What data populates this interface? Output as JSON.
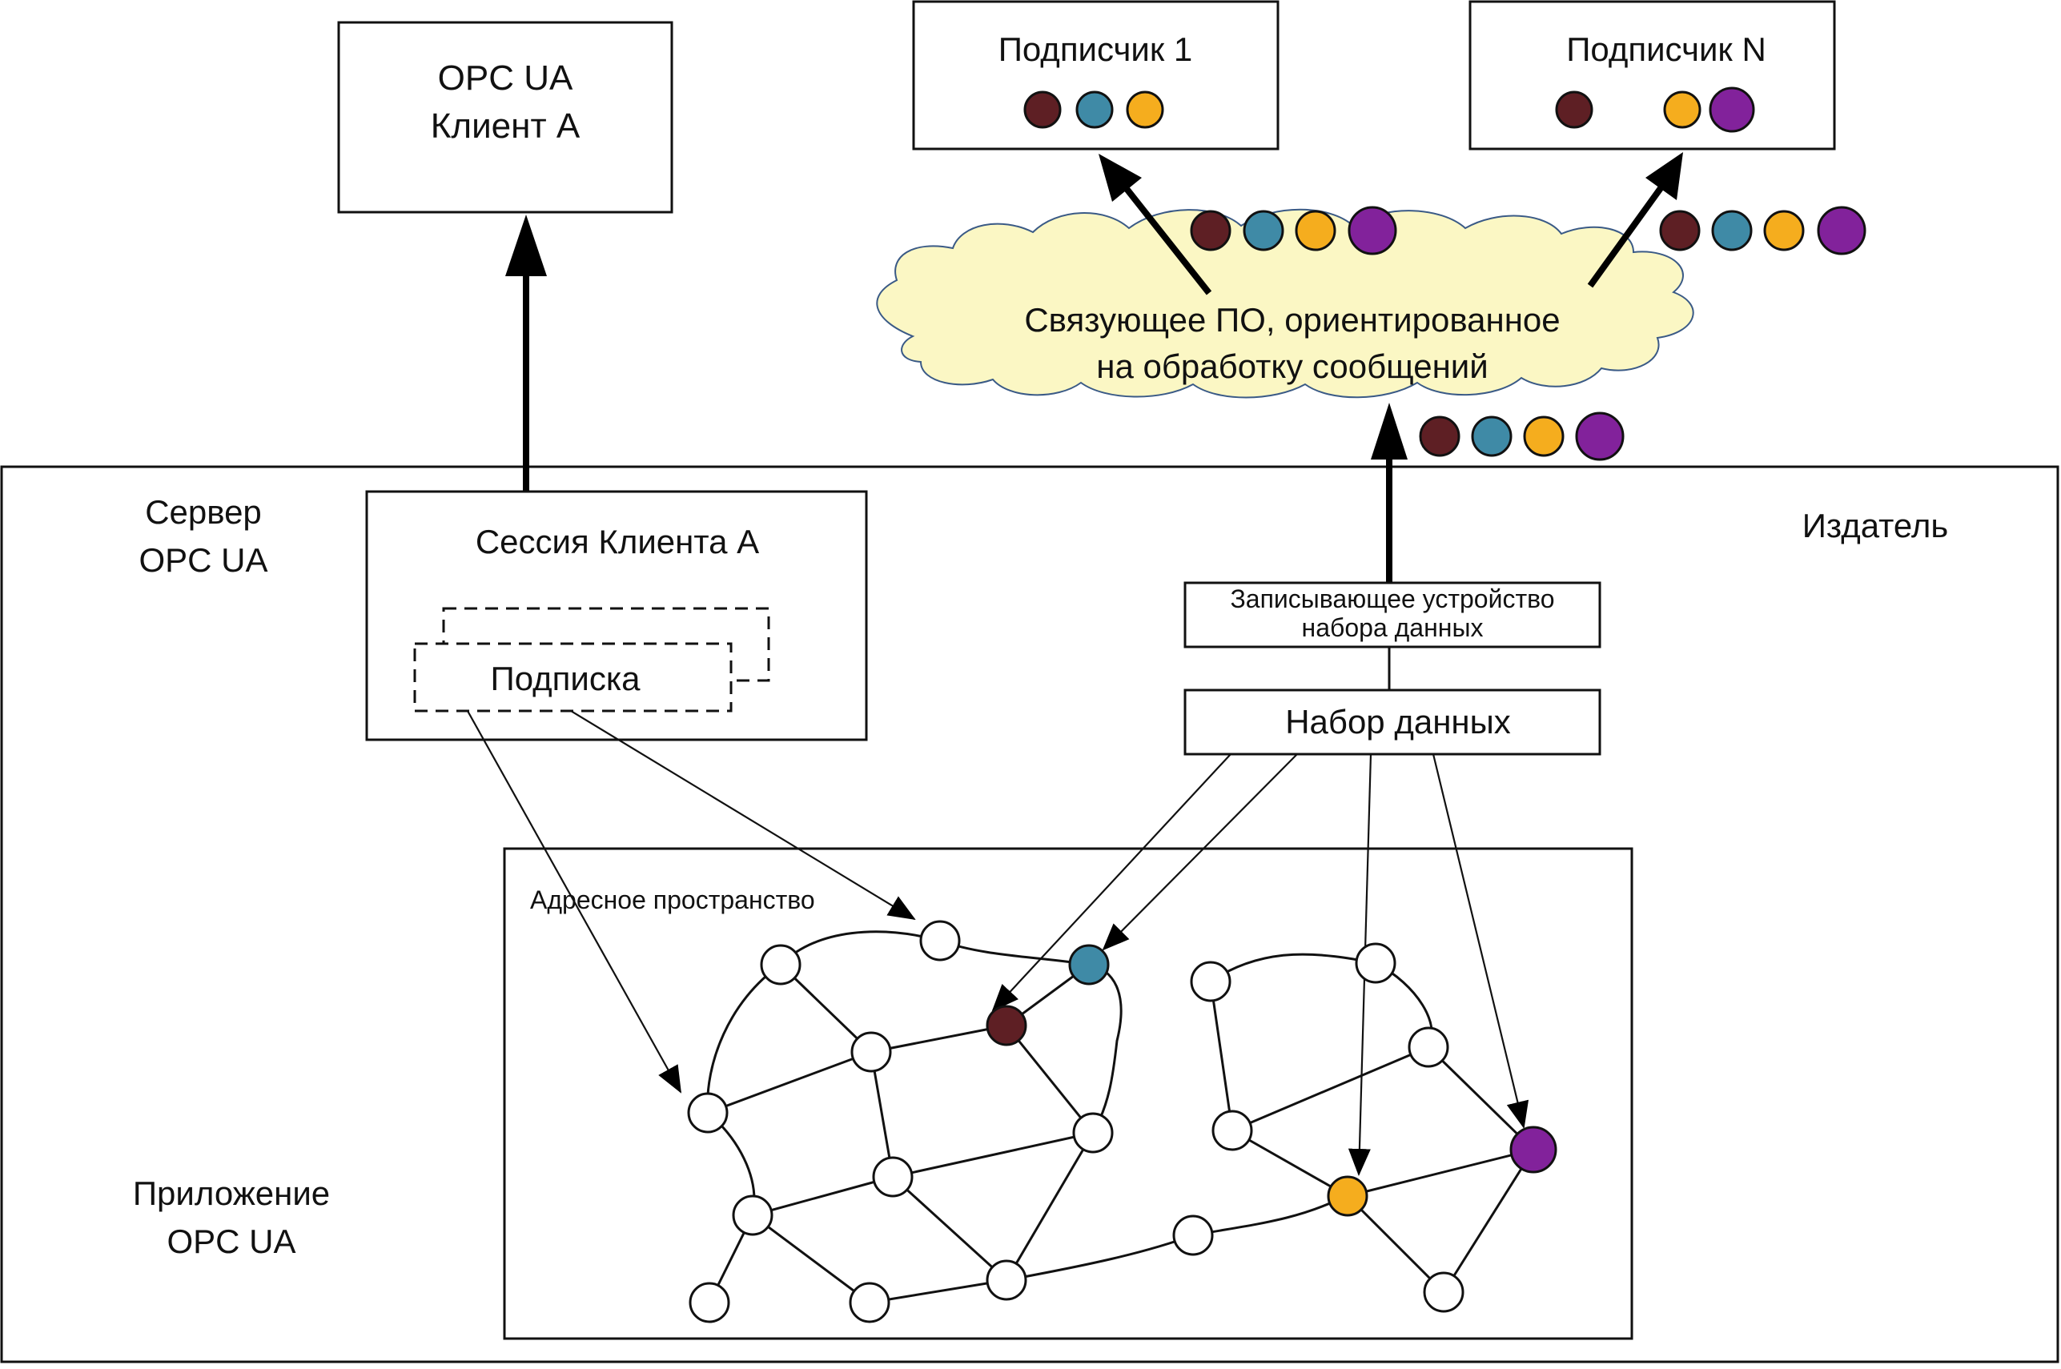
{
  "colors": {
    "dark_red": "#5e1f24",
    "teal": "#3f8aa6",
    "orange": "#f5ad1e",
    "purple": "#82229b",
    "cloud_fill": "#fbf7c4",
    "node_fill": "#ffffff"
  },
  "client_a": {
    "line1": "OPC UA",
    "line2": "Клиент A"
  },
  "subscriber_1": {
    "title": "Подписчик 1"
  },
  "subscriber_n": {
    "title": "Подписчик N"
  },
  "middleware": {
    "line1": "Связующее ПО, ориентированное",
    "line2": "на обработку сообщений"
  },
  "server": {
    "label_line1": "Сервер",
    "label_line2": "OPC UA"
  },
  "publisher": {
    "label": "Издатель"
  },
  "application": {
    "label_line1": "Приложение",
    "label_line2": "OPC UA"
  },
  "session": {
    "title": "Сессия Клиента A",
    "subscription": "Подписка"
  },
  "dataset_writer": {
    "line1": "Записывающее устройство",
    "line2": "набора данных"
  },
  "dataset": {
    "label": "Набор данных"
  },
  "address_space": {
    "label": "Адресное пространство"
  },
  "dot_groups": {
    "subscriber_1": [
      "dark_red",
      "teal",
      "orange"
    ],
    "subscriber_n": [
      "dark_red",
      null,
      "orange",
      "purple"
    ],
    "to_subscriber_1": [
      "dark_red",
      "teal",
      "orange",
      "purple"
    ],
    "to_subscriber_n": [
      "dark_red",
      "teal",
      "orange",
      "purple"
    ],
    "from_publisher": [
      "dark_red",
      "teal",
      "orange",
      "purple"
    ]
  }
}
